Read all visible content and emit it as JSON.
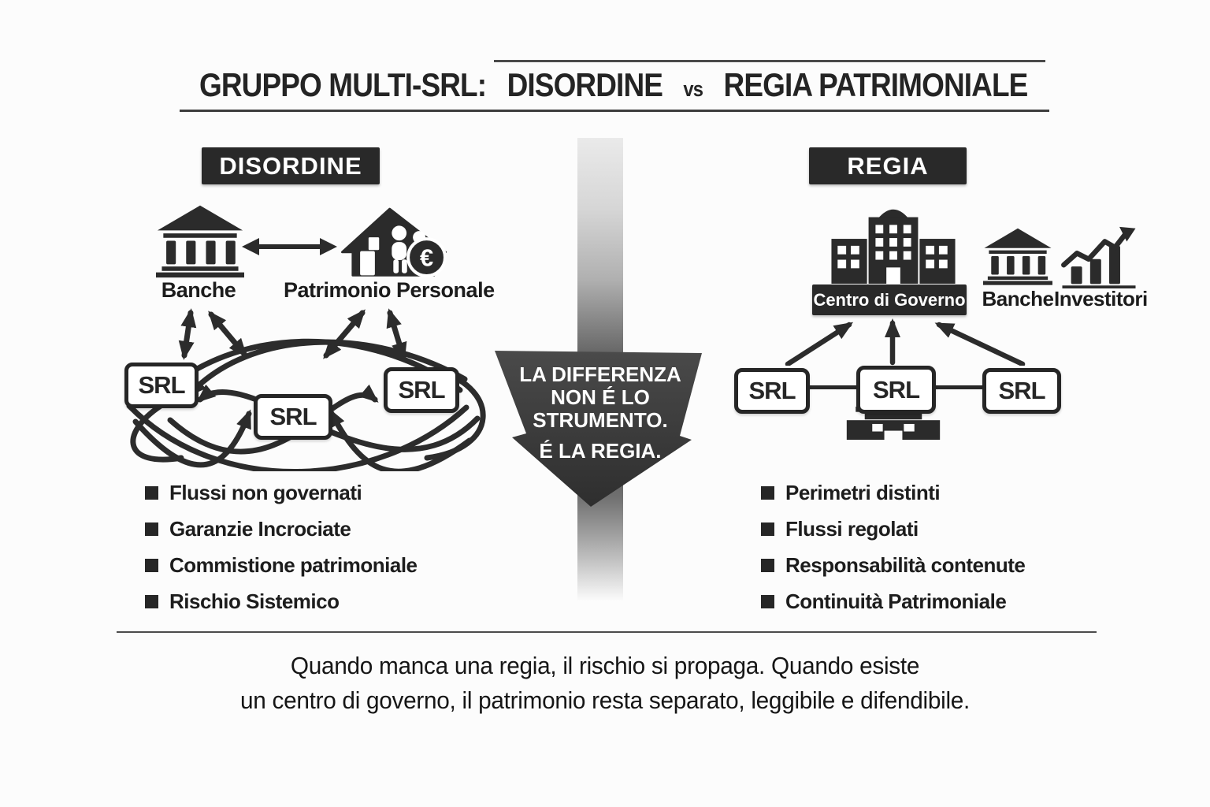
{
  "title": {
    "part1": "GRUPPO MULTI-SRL:",
    "part2": "DISORDINE",
    "vs": "vs",
    "part3": "REGIA PATRIMONIALE"
  },
  "srl_label": "SRL",
  "left_panel": {
    "header": "DISORDINE",
    "banche_label": "Banche",
    "patrimonio_label": "Patrimonio Personale",
    "bullets": [
      "Flussi non governati",
      "Garanzie Incrociate",
      "Commistione patrimoniale",
      "Rischio Sistemico"
    ]
  },
  "center_arrow": {
    "line1": "LA DIFFERENZA",
    "line2": "NON É LO",
    "line3": "STRUMENTO.",
    "line4": "É LA REGIA."
  },
  "right_panel": {
    "header": "REGIA",
    "centro_label": "Centro di Governo",
    "banche_label": "Banche",
    "investitori_label": "Investitori",
    "bullets": [
      "Perimetri distinti",
      "Flussi regolati",
      "Responsabilità contenute",
      "Continuità Patrimoniale"
    ]
  },
  "footer": {
    "line1": "Quando manca una regia, il rischio si propaga. Quando esiste",
    "line2": "un centro di governo, il patrimonio resta separato, leggibile e difendibile."
  },
  "icons": {
    "euro_symbol": "€",
    "left_bank": "bank-building-icon",
    "patrimonio": "house-family-euro-icon",
    "centro_governo": "government-buildings-icon",
    "right_bank": "bank-building-icon",
    "investitori": "growth-chart-icon",
    "center_arrow": "big-down-arrow-icon",
    "pedestal": "pedestal-base-icon"
  },
  "colors": {
    "ink": "#2b2b2b",
    "panel_dark": "#292929",
    "background": "#fcfcfc",
    "band_light": "#eaeaea",
    "band_dark": "#4e4e4e",
    "white": "#ffffff"
  }
}
